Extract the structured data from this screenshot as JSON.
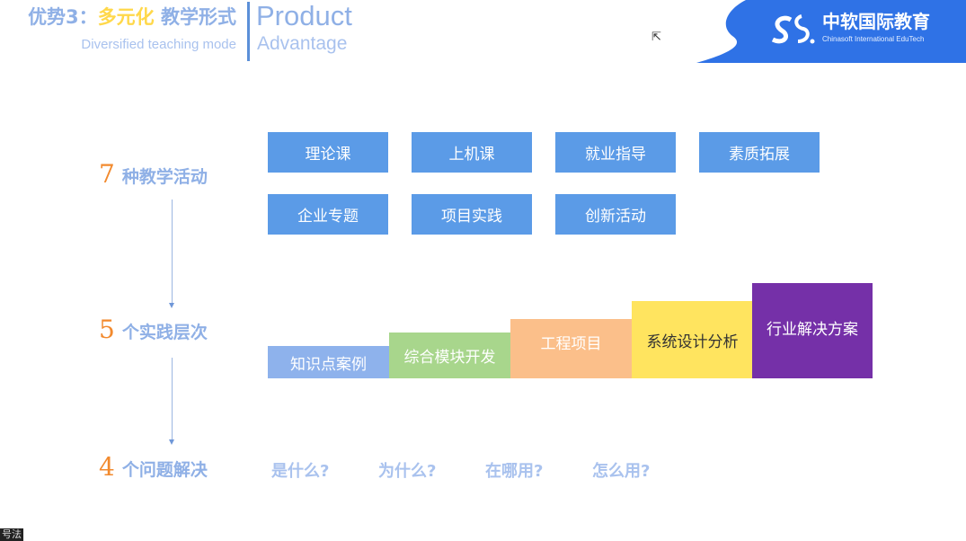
{
  "header": {
    "title_prefix": "优势3：",
    "title_highlight": "多元化",
    "title_suffix": " 教学形式",
    "subtitle": "Diversified teaching mode",
    "product": "Product",
    "advantage": "Advantage"
  },
  "logo": {
    "name": "中软国际教育",
    "sub": "Chinasoft International EduTech"
  },
  "sections": [
    {
      "num": "7",
      "label": "种教学活动"
    },
    {
      "num": "5",
      "label": "个实践层次"
    },
    {
      "num": "4",
      "label": "个问题解决"
    }
  ],
  "activities": [
    "理论课",
    "上机课",
    "就业指导",
    "素质拓展",
    "企业专题",
    "项目实践",
    "创新活动"
  ],
  "levels": [
    {
      "label": "知识点案例",
      "color": "#8eb2ec"
    },
    {
      "label": "综合模块开发",
      "color": "#a8d68c"
    },
    {
      "label": "工程项目",
      "color": "#fbbf8a"
    },
    {
      "label": "系统设计分析",
      "color": "#ffe45f"
    },
    {
      "label": "行业解决方案",
      "color": "#7530a8"
    }
  ],
  "questions": [
    "是什么?",
    "为什么?",
    "在哪用?",
    "怎么用?"
  ],
  "footer": "号法"
}
